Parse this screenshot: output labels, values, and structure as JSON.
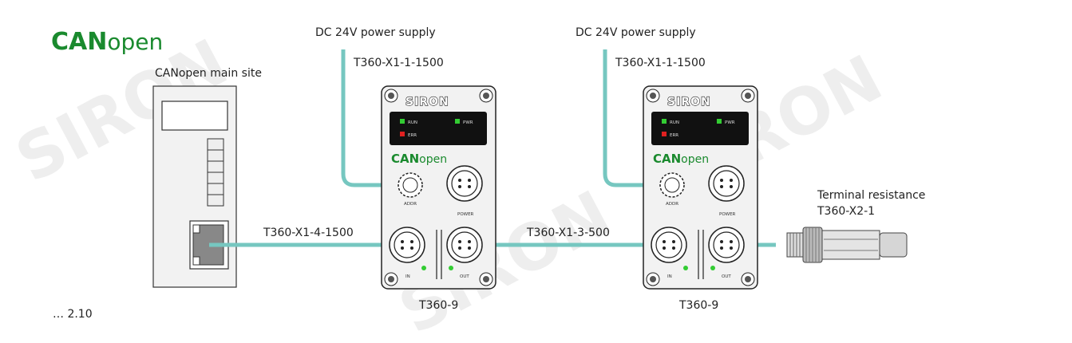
{
  "logo": {
    "can": "CAN",
    "open": "open"
  },
  "watermark": "SIRON",
  "master": {
    "title": "CANopen main site",
    "partial_text": "… 2.10"
  },
  "colors": {
    "cable": "#76c7c0",
    "can_green": "#1a8a2e",
    "led_green": "#33cc33",
    "led_red": "#e02020",
    "device_body": "#f2f2f2",
    "led_panel": "#111111"
  },
  "devices": [
    {
      "brand": "SIRON",
      "model": "T360-9",
      "leds": [
        "RUN",
        "ERR",
        "PWR"
      ],
      "logo_can": "CAN",
      "logo_open": "open",
      "addr_label": "ADDR",
      "power_label": "POWER",
      "in_label": "IN",
      "out_label": "OUT",
      "power_supply": "DC 24V power supply",
      "power_cable": "T360-X1-1-1500"
    },
    {
      "brand": "SIRON",
      "model": "T360-9",
      "leds": [
        "RUN",
        "ERR",
        "PWR"
      ],
      "logo_can": "CAN",
      "logo_open": "open",
      "addr_label": "ADDR",
      "power_label": "POWER",
      "in_label": "IN",
      "out_label": "OUT",
      "power_supply": "DC 24V power supply",
      "power_cable": "T360-X1-1-1500"
    }
  ],
  "cables": {
    "master_link": "T360-X1-4-1500",
    "device_link": "T360-X1-3-500"
  },
  "terminator": {
    "title": "Terminal resistance",
    "part": "T360-X2-1"
  }
}
